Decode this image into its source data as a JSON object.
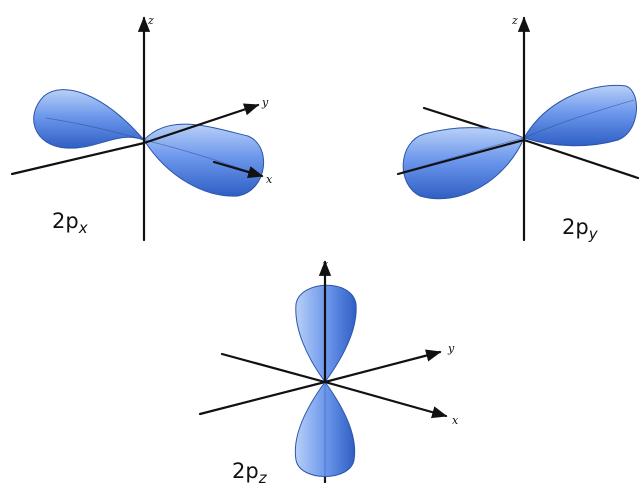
{
  "colors": {
    "lobe_light": "#b9d0f7",
    "lobe_mid": "#6d98ec",
    "lobe_dark": "#2f5fc4",
    "axis": "#111111"
  },
  "axis_labels": {
    "x": "x",
    "y": "y",
    "z": "z"
  },
  "orbitals": [
    {
      "id": "2px",
      "label_main": "2p",
      "label_sub": "x"
    },
    {
      "id": "2py",
      "label_main": "2p",
      "label_sub": "y"
    },
    {
      "id": "2pz",
      "label_main": "2p",
      "label_sub": "z"
    }
  ]
}
